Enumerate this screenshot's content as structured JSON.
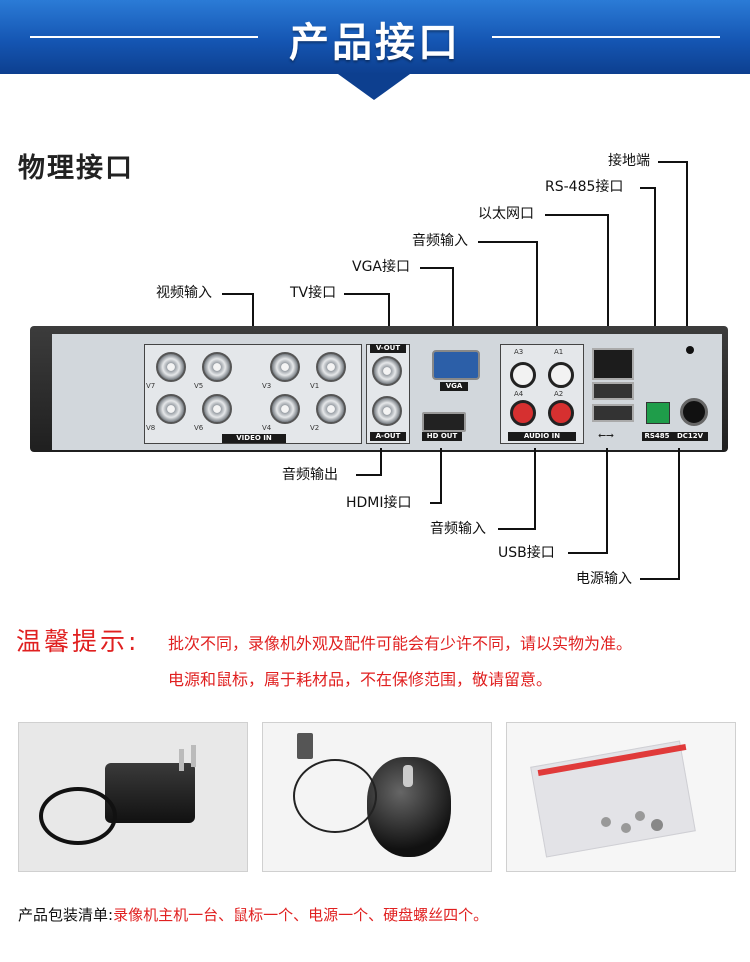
{
  "banner": {
    "title": "产品接口"
  },
  "section": {
    "title": "物理接口"
  },
  "labels": {
    "ground": "接地端",
    "rs485": "RS-485接口",
    "ethernet": "以太网口",
    "audio_in_top": "音频输入",
    "vga": "VGA接口",
    "tv": "TV接口",
    "video_in": "视频输入",
    "audio_out": "音频输出",
    "hdmi": "HDMI接口",
    "audio_in_bottom": "音频输入",
    "usb": "USB接口",
    "power_in": "电源输入"
  },
  "panel": {
    "video_in_plate": "VIDEO IN",
    "vout_plate": "V-OUT",
    "aout_plate": "A-OUT",
    "vga_plate": "VGA",
    "hdout_plate": "HD OUT",
    "audio_in_plate": "AUDIO IN",
    "rs485_plate": "RS485",
    "dc_plate": "DC12V",
    "channels": [
      "V7",
      "V5",
      "V3",
      "V1",
      "V8",
      "V6",
      "V4",
      "V2"
    ],
    "audio_channels": [
      "A3",
      "A1",
      "A4",
      "A2"
    ]
  },
  "tip": {
    "heading": "温馨提示:",
    "line1": "批次不同，录像机外观及配件可能会有少许不同，请以实物为准。",
    "line2": "电源和鼠标，属于耗材品，不在保修范围，敬请留意。"
  },
  "packing": {
    "label": "产品包装清单:",
    "content": "录像机主机一台、鼠标一个、电源一个、硬盘螺丝四个。"
  },
  "colors": {
    "banner": "#1556b3",
    "tip": "#e02020",
    "content_red": "#e02020"
  }
}
